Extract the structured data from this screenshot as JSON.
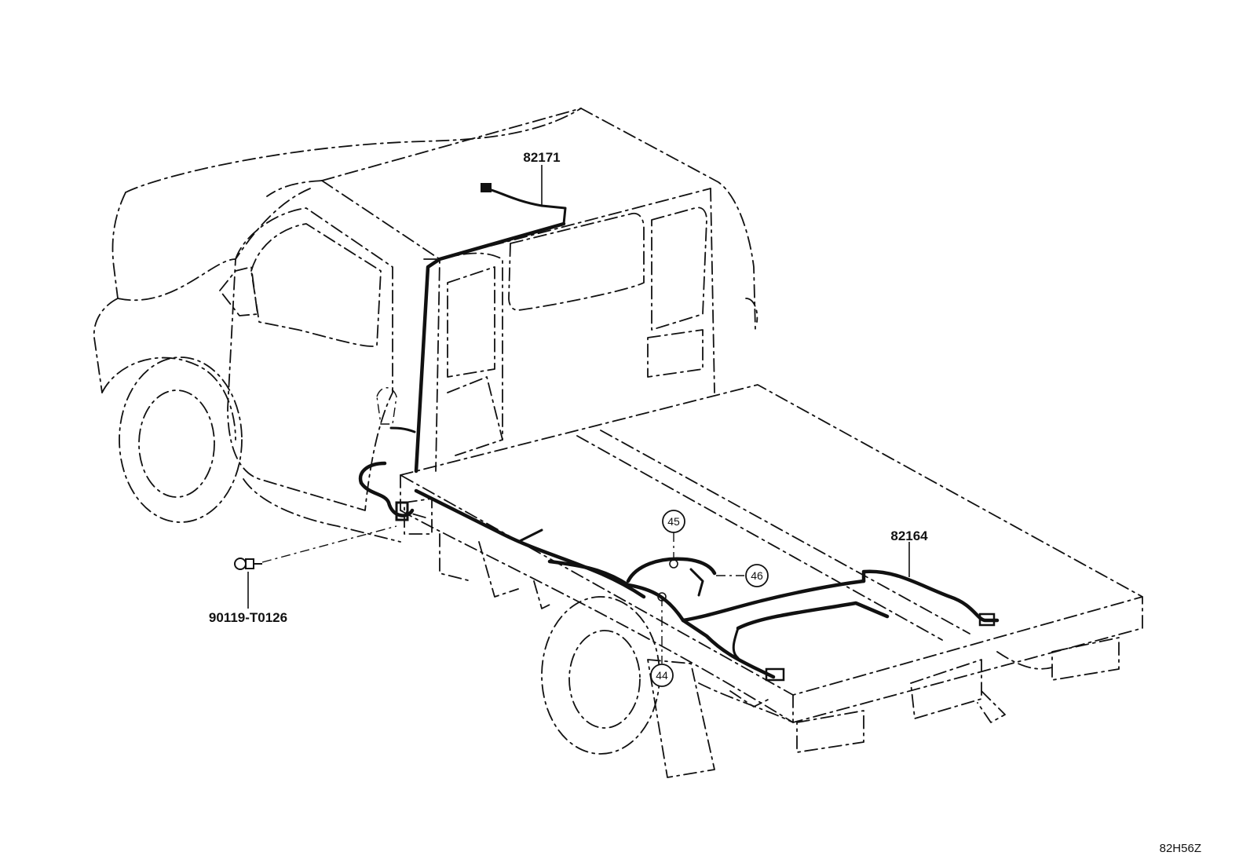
{
  "diagram": {
    "figure_code": "82H56Z",
    "parts": [
      {
        "id": "roof-harness",
        "number": "82171"
      },
      {
        "id": "deck-harness",
        "number": "82164"
      },
      {
        "id": "bolt",
        "number": "90119-T0126"
      }
    ],
    "callouts": [
      {
        "id": "c44",
        "label": "44"
      },
      {
        "id": "c45",
        "label": "45"
      },
      {
        "id": "c46",
        "label": "46"
      }
    ]
  }
}
